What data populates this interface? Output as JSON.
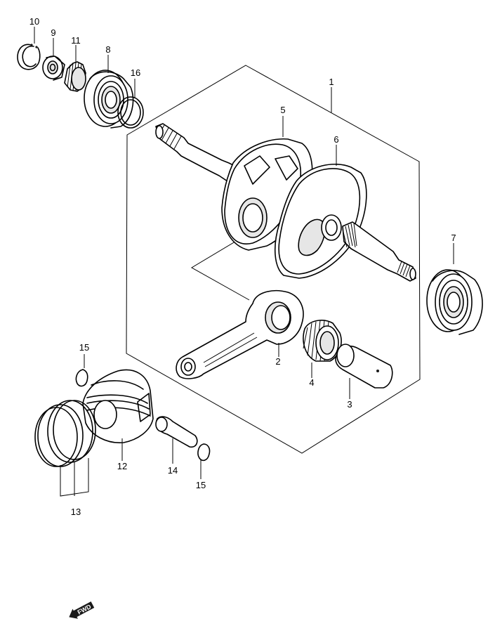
{
  "diagram": {
    "parts": [
      {
        "id": "p1",
        "number": "1"
      },
      {
        "id": "p2",
        "number": "2"
      },
      {
        "id": "p3",
        "number": "3"
      },
      {
        "id": "p4",
        "number": "4"
      },
      {
        "id": "p5",
        "number": "5"
      },
      {
        "id": "p6",
        "number": "6"
      },
      {
        "id": "p7",
        "number": "7"
      },
      {
        "id": "p8",
        "number": "8"
      },
      {
        "id": "p9",
        "number": "9"
      },
      {
        "id": "p10",
        "number": "10"
      },
      {
        "id": "p11",
        "number": "11"
      },
      {
        "id": "p12",
        "number": "12"
      },
      {
        "id": "p13",
        "number": "13"
      },
      {
        "id": "p14",
        "number": "14"
      },
      {
        "id": "p15a",
        "number": "15"
      },
      {
        "id": "p15b",
        "number": "15"
      },
      {
        "id": "p16",
        "number": "16"
      }
    ],
    "direction_badge": "FWD"
  }
}
